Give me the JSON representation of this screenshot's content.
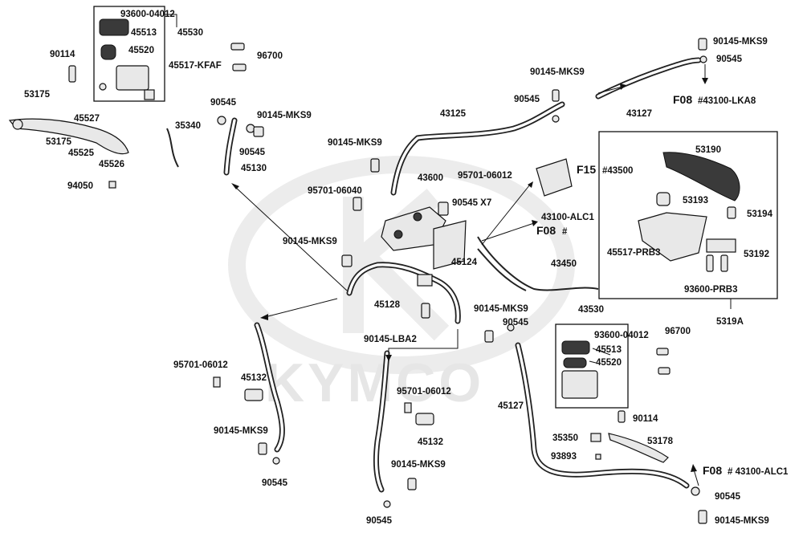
{
  "watermark": {
    "brand": "KYMCO"
  },
  "labels": {
    "l_93600_04012_a": "93600-04012",
    "l_45513_a": "45513",
    "l_45530": "45530",
    "l_45520_a": "45520",
    "l_45517_kfaf": "45517-KFAF",
    "l_90114_a": "90114",
    "l_96700_a": "96700",
    "l_53175_a": "53175",
    "l_45527": "45527",
    "l_53175_b": "53175",
    "l_45525": "45525",
    "l_45526": "45526",
    "l_35340": "35340",
    "l_90545_a": "90545",
    "l_90145_mks9_a": "90145-MKS9",
    "l_90545_b": "90545",
    "l_45130": "45130",
    "l_94050": "94050",
    "l_90145_mks9_b": "90145-MKS9",
    "l_43125": "43125",
    "l_90145_mks9_c": "90145-MKS9",
    "l_90545_c": "90545",
    "l_43127": "43127",
    "l_90145_mks9_d": "90145-MKS9",
    "l_90545_d": "90545",
    "l_f08_a": "F08",
    "l_f08_a_ref": "#43100-LKA8",
    "l_95701_06040": "95701-06040",
    "l_43600": "43600",
    "l_95701_06012_a": "95701-06012",
    "l_f15": "F15",
    "l_f15_ref": "#43500",
    "l_90545_x7": "90545 X7",
    "l_43100_alc1": "43100-ALC1",
    "l_f08_b": "F08",
    "l_f08_b_ref": "#",
    "l_90145_mks9_e": "90145-MKS9",
    "l_45124": "45124",
    "l_43450": "43450",
    "l_45128": "45128",
    "l_90145_lba2": "90145-LBA2",
    "l_90145_mks9_f": "90145-MKS9",
    "l_90545_e": "90545",
    "l_43530": "43530",
    "l_93600_04012_b": "93600-04012",
    "l_45513_b": "45513",
    "l_45520_b": "45520",
    "l_96700_b": "96700",
    "l_95701_06012_b": "95701-06012",
    "l_45132_a": "45132",
    "l_95701_06012_c": "95701-06012",
    "l_45132_b": "45132",
    "l_45127": "45127",
    "l_90114_b": "90114",
    "l_35350": "35350",
    "l_53178": "53178",
    "l_93893": "93893",
    "l_90145_mks9_g": "90145-MKS9",
    "l_90545_f": "90545",
    "l_90145_mks9_h": "90145-MKS9",
    "l_90545_g": "90545",
    "l_f08_c": "F08",
    "l_f08_c_ref": "# 43100-ALC1",
    "l_90545_h": "90545",
    "l_90145_mks9_i": "90145-MKS9",
    "l_53190": "53190",
    "l_53193": "53193",
    "l_53194": "53194",
    "l_45517_prb3": "45517-PRB3",
    "l_53192": "53192",
    "l_93600_prb3": "93600-PRB3",
    "l_5319a": "5319A"
  }
}
